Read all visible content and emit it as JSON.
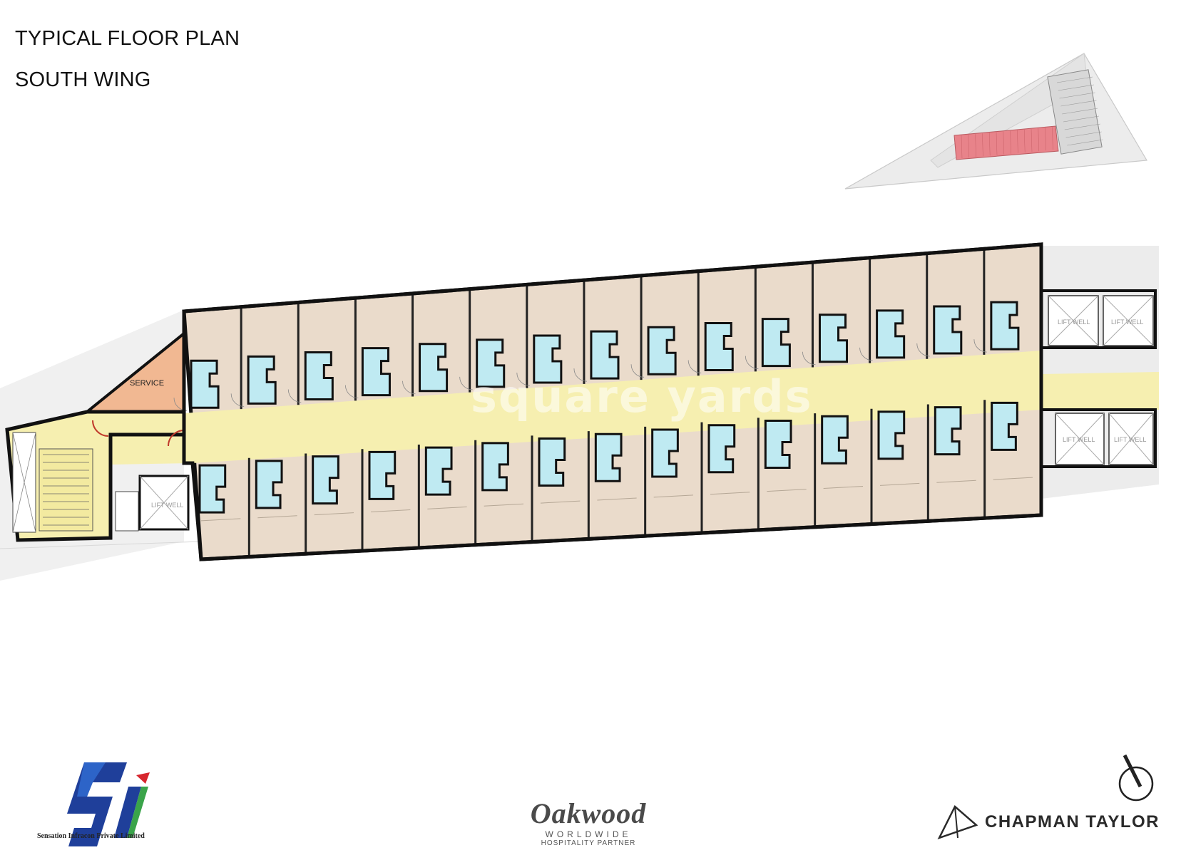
{
  "header": {
    "title": "TYPICAL FLOOR PLAN",
    "subtitle": "SOUTH WING"
  },
  "plan": {
    "service_label": "SERVICE",
    "lift_label": "LIFT WELL",
    "units_per_side": 15,
    "colors": {
      "unit": "#eadbcb",
      "corridor": "#f6efb0",
      "bath": "#bfeaf2",
      "service": "#f1b892",
      "stair": "#f6efb0",
      "wall": "#111111",
      "site": "#ececec",
      "keyplan_highlight": "#e8838a"
    }
  },
  "watermark": "square yards",
  "logos": {
    "developer_caption": "Sensation Infracon Private Limited",
    "partner_name": "Oakwood",
    "partner_sub": "WORLDWIDE",
    "partner_role": "HOSPITALITY PARTNER",
    "architect": "CHAPMAN TAYLOR"
  },
  "icons": {
    "north": "north-arrow-icon",
    "developer": "si-logo-icon",
    "architect": "chapman-taylor-logo-icon"
  }
}
